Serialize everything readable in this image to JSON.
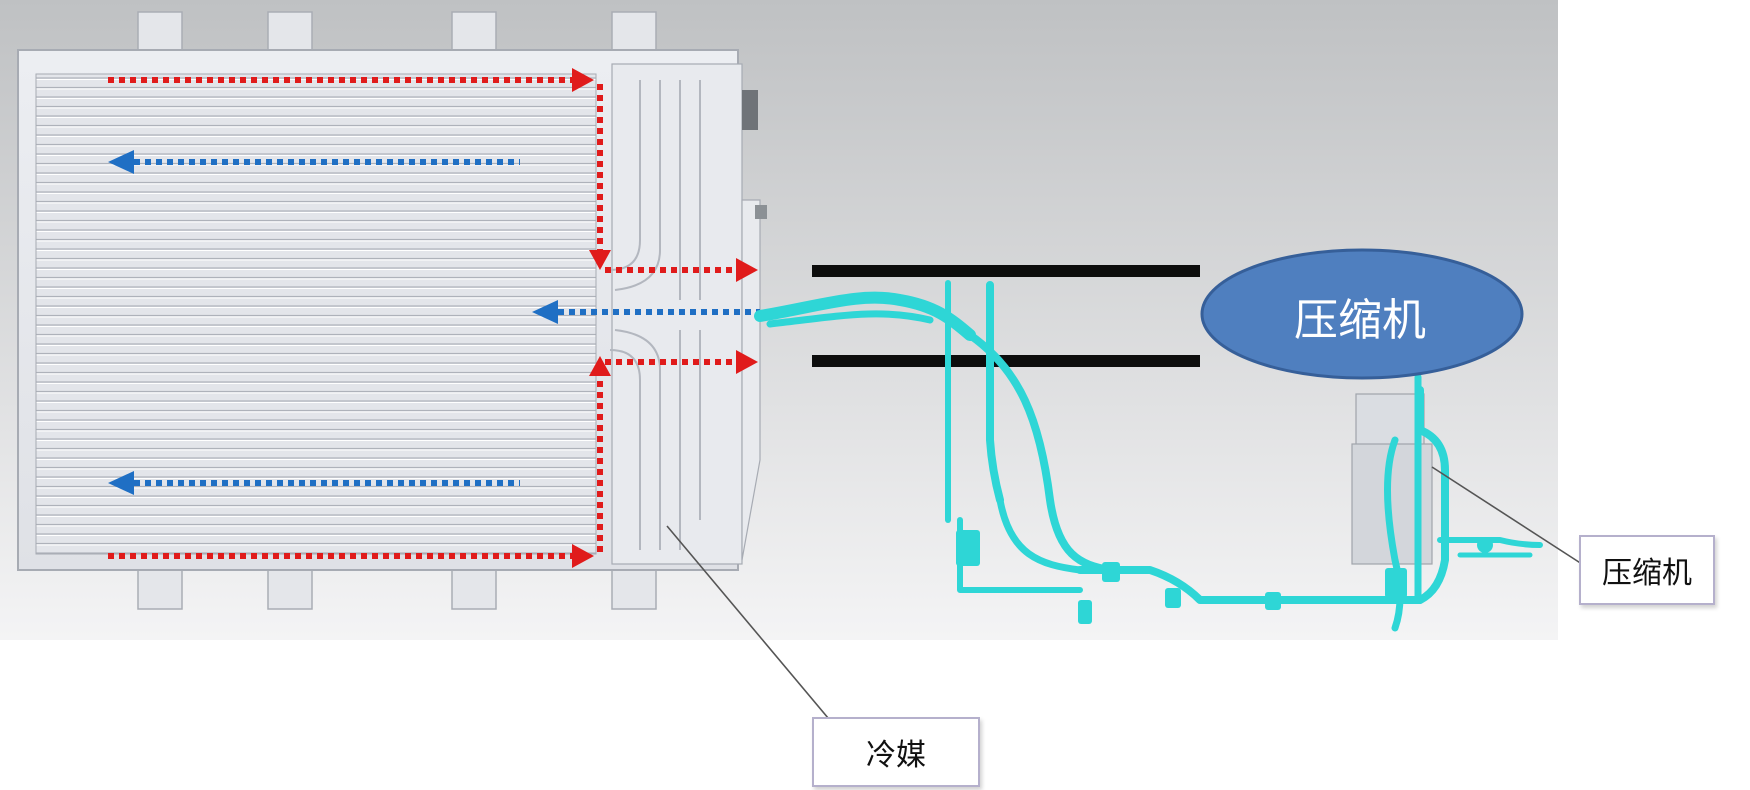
{
  "labels": {
    "compressor_bubble": "压缩机",
    "compressor_callout": "压缩机",
    "coolant_callout": "冷媒"
  },
  "colors": {
    "hot_flow": "#e01b1b",
    "cool_flow": "#1f6fc4",
    "pipe": "#2ed6d6",
    "bubble": "#4f7fbf",
    "bubble_border": "#365f99",
    "plate": "#e7e7ec",
    "background": "#cfd1d3"
  }
}
